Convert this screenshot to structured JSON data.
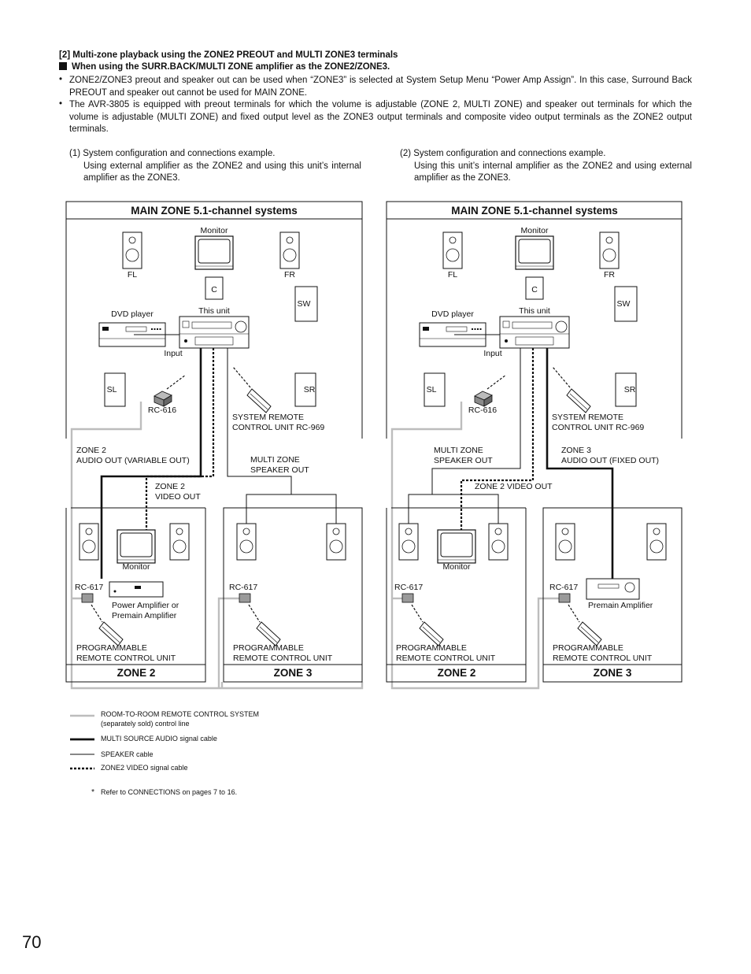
{
  "heading": {
    "line1": "[2]  Multi-zone playback using the ZONE2 PREOUT and MULTI ZONE3 terminals",
    "line2": "When using the SURR.BACK/MULTI ZONE amplifier as the ZONE2/ZONE3."
  },
  "bullets": [
    "ZONE2/ZONE3 preout and speaker out can be used when “ZONE3” is selected at System Setup Menu “Power Amp Assign”.  In this case, Surround Back PREOUT and speaker out cannot be used for MAIN ZONE.",
    "The AVR-3805 is equipped with preout terminals for which the volume is adjustable (ZONE 2, MULTI ZONE) and speaker out terminals for which the volume is adjustable (MULTI ZONE) and fixed output level as the ZONE3 output terminals and composite video output terminals as the ZONE2 output terminals."
  ],
  "examples": [
    {
      "title": "(1) System configuration and connections example.",
      "desc": "Using external amplifier as the ZONE2 and using this unit’s internal amplifier as the ZONE3."
    },
    {
      "title": "(2) System configuration and connections example.",
      "desc": "Using this unit’s internal amplifier as the ZONE2 and using external amplifier as the ZONE3."
    }
  ],
  "diagram1": {
    "main_title": "MAIN ZONE 5.1-channel systems",
    "monitor": "Monitor",
    "fl": "FL",
    "fr": "FR",
    "c": "C",
    "sw": "SW",
    "dvd": "DVD player",
    "this_unit": "This unit",
    "input": "Input",
    "sl": "SL",
    "sr": "SR",
    "rc616": "RC-616",
    "sys_remote_1": "SYSTEM REMOTE",
    "sys_remote_2": "CONTROL UNIT RC-969",
    "out_left_1": "ZONE 2",
    "out_left_2": "AUDIO OUT (VARIABLE OUT)",
    "out_right_1": "MULTI ZONE",
    "out_right_2": "SPEAKER OUT",
    "video_1": "ZONE 2",
    "video_2": "VIDEO OUT",
    "zoneA_monitor": "Monitor",
    "zoneA_rc617": "RC-617",
    "zoneA_amp_1": "Power Amplifier or",
    "zoneA_amp_2": "Premain Amplifier",
    "zoneA_prog_1": "PROGRAMMABLE",
    "zoneA_prog_2": "REMOTE CONTROL UNIT",
    "zoneA_title": "ZONE 2",
    "zoneB_rc617": "RC-617",
    "zoneB_prog_1": "PROGRAMMABLE",
    "zoneB_prog_2": "REMOTE CONTROL UNIT",
    "zoneB_title": "ZONE 3"
  },
  "diagram2": {
    "main_title": "MAIN ZONE 5.1-channel systems",
    "monitor": "Monitor",
    "fl": "FL",
    "fr": "FR",
    "c": "C",
    "sw": "SW",
    "dvd": "DVD player",
    "this_unit": "This unit",
    "input": "Input",
    "sl": "SL",
    "sr": "SR",
    "rc616": "RC-616",
    "sys_remote_1": "SYSTEM REMOTE",
    "sys_remote_2": "CONTROL UNIT RC-969",
    "out_left_1": "MULTI ZONE",
    "out_left_2": "SPEAKER OUT",
    "out_right_1": "ZONE 3",
    "out_right_2": "AUDIO OUT (FIXED OUT)",
    "video": "ZONE 2 VIDEO OUT",
    "zoneA_monitor": "Monitor",
    "zoneA_rc617": "RC-617",
    "zoneA_prog_1": "PROGRAMMABLE",
    "zoneA_prog_2": "REMOTE CONTROL UNIT",
    "zoneA_title": "ZONE 2",
    "zoneB_rc617": "RC-617",
    "zoneB_amp": "Premain Amplifier",
    "zoneB_prog_1": "PROGRAMMABLE",
    "zoneB_prog_2": "REMOTE CONTROL UNIT",
    "zoneB_title": "ZONE 3"
  },
  "legend": [
    {
      "style": "gray",
      "line1": "ROOM-TO-ROOM REMOTE CONTROL SYSTEM",
      "line2": "(separately sold) control line"
    },
    {
      "style": "thick",
      "line1": "MULTI SOURCE  AUDIO signal cable"
    },
    {
      "style": "thin",
      "line1": "SPEAKER cable"
    },
    {
      "style": "dashed",
      "line1": "ZONE2 VIDEO signal cable"
    }
  ],
  "note": {
    "mark": "*",
    "text": "Refer to CONNECTIONS on pages 7 to 16."
  },
  "page_number": "70",
  "colors": {
    "control_line": "#bdbdbd",
    "ir_box": "#9a9a9a"
  }
}
